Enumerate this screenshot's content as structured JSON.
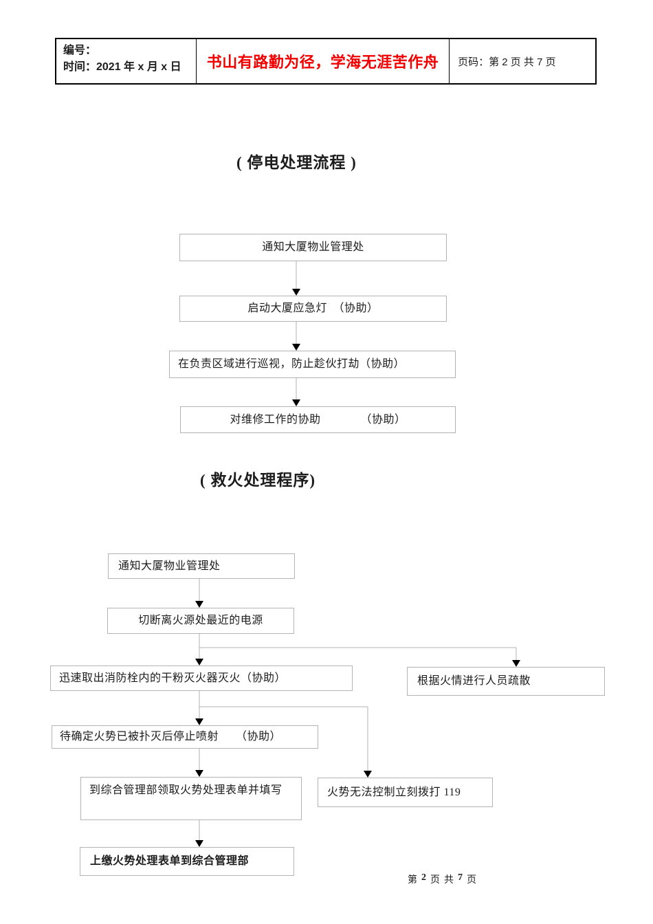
{
  "colors": {
    "accent_red": "#f20000",
    "box_border": "#b3b3b3",
    "connector_line": "#b0b0b0",
    "arrowhead": "#000000",
    "text": "#1c1c1c"
  },
  "header": {
    "number_label": "编号：",
    "time_label": "时间：2021 年 x 月 x 日",
    "motto": "书山有路勤为径，学海无涯苦作舟",
    "page_label": "页码：第 2 页  共 7 页"
  },
  "flowchart_power": {
    "title": "(  停电处理流程 )",
    "steps": [
      "通知大厦物业管理处",
      "启动大厦应急灯　（协助）",
      "在负责区域进行巡视，防止趁伙打劫（协助）",
      "对维修工作的协助　　　　（协助）"
    ]
  },
  "flowchart_fire": {
    "title": "( 救火处理程序)",
    "steps": [
      "通知大厦物业管理处",
      "切断离火源处最近的电源",
      "迅速取出消防栓内的干粉灭火器灭火（协助）",
      "根据火情进行人员疏散",
      "待确定火势已被扑灭后停止喷射　　（协助）",
      "火势无法控制立刻拨打 119",
      "到综合管理部领取火势处理表单并填写",
      "上缴火势处理表单到综合管理部"
    ]
  },
  "footer": {
    "parts": [
      "第",
      "2",
      "页",
      "共",
      "7",
      "页"
    ]
  }
}
